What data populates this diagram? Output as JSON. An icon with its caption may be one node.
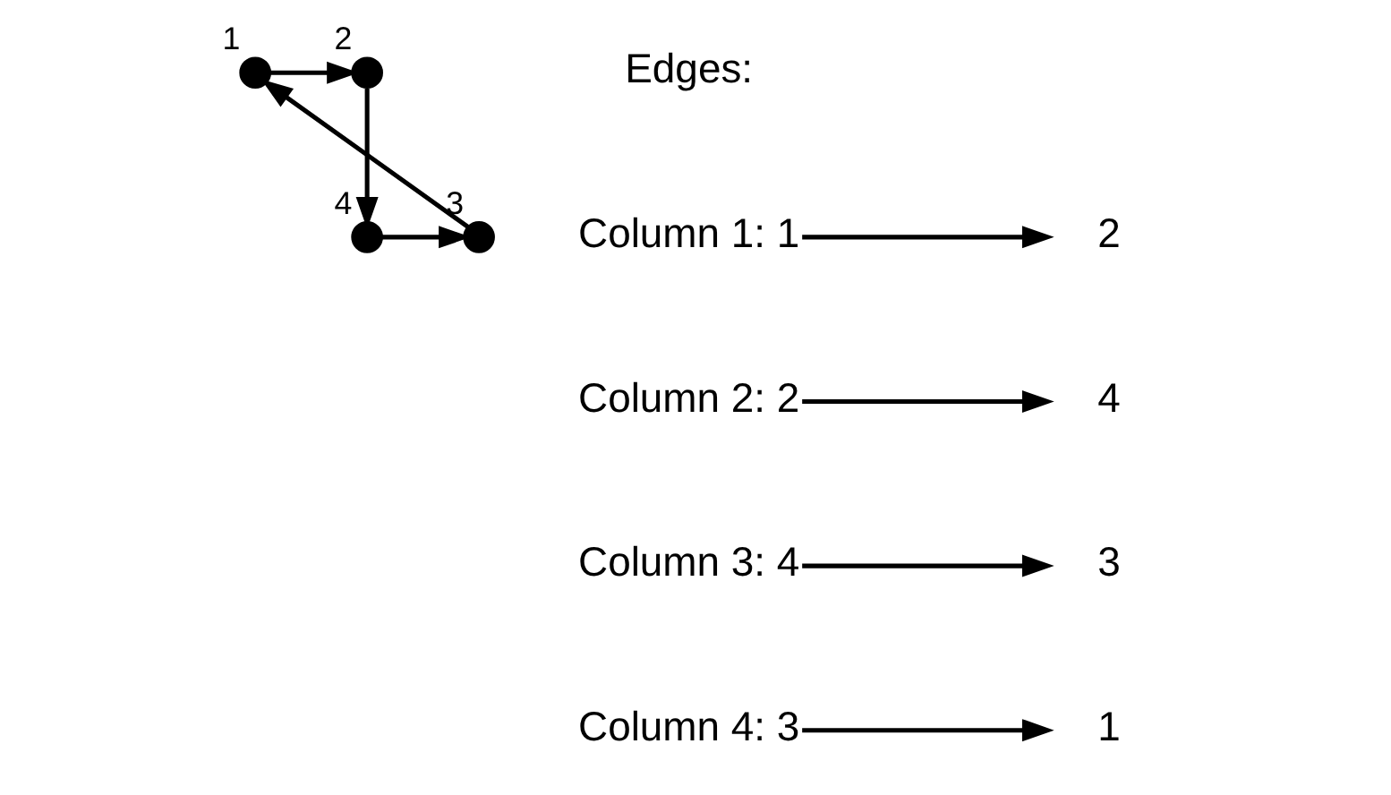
{
  "diagram": {
    "nodes": [
      {
        "text": [],
        "shape": "circle",
        "beside": [
          "1"
        ]
      },
      {
        "text": [],
        "shape": "circle",
        "beside": [
          "2"
        ]
      },
      {
        "text": [],
        "shape": "circle",
        "beside": [
          "3"
        ]
      },
      {
        "text": [],
        "shape": "circle",
        "beside": [
          "4"
        ]
      },
      {
        "text": [
          "Column 1: 1"
        ]
      },
      {
        "text": [
          "2"
        ]
      },
      {
        "text": [
          "Column 2: 2"
        ]
      },
      {
        "text": [
          "4"
        ]
      },
      {
        "text": [
          "Column 3: 4"
        ]
      },
      {
        "text": [
          "3"
        ]
      },
      {
        "text": [
          "Column 4: 3"
        ]
      },
      {
        "text": [
          "1"
        ]
      }
    ],
    "edges": [
      {
        "from": 0,
        "to": 1,
        "arrow": "to"
      },
      {
        "from": 1,
        "to": 3,
        "arrow": "to"
      },
      {
        "from": 3,
        "to": 2,
        "arrow": "to"
      },
      {
        "from": 2,
        "to": 0,
        "arrow": "to"
      },
      {
        "from": 4,
        "to": 5,
        "arrow": "to"
      },
      {
        "from": 6,
        "to": 7,
        "arrow": "to"
      },
      {
        "from": 8,
        "to": 9,
        "arrow": "to"
      },
      {
        "from": 10,
        "to": 11,
        "arrow": "to"
      }
    ],
    "labels": [
      "Edges:"
    ]
  }
}
